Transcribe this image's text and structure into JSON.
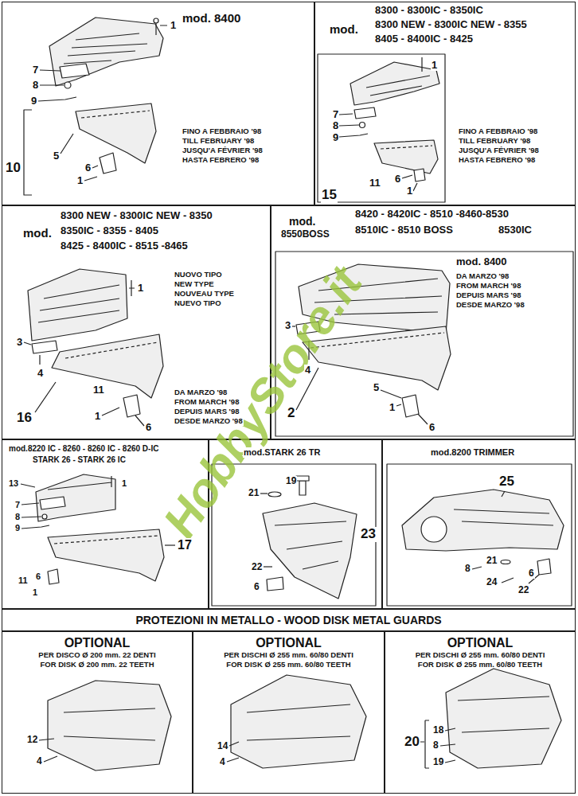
{
  "diagram": {
    "nodes": [
      {
        "text": [
          "mod. 8400",
          "FINO A FEBBRAIO '98",
          "TILL FEBRUARY '98",
          "JUSQU'A FÉVRIER '98",
          "HASTA FEBRERO '98"
        ]
      },
      {
        "text": [
          "mod.",
          "8300 - 8300IC - 8350IC",
          "8300 NEW - 8300IC NEW - 8355",
          "8405 - 8400IC - 8425",
          "FINO A FEBBRAIO '98",
          "TILL FEBRUARY '98",
          "JUSQU'A FÉVRIER '98",
          "HASTA FEBRERO '98"
        ]
      },
      {
        "text": [
          "mod.",
          "8300 NEW - 8300IC NEW - 8350",
          "8350IC - 8355 - 8405",
          "8425 - 8400IC - 8515 -8465",
          "NUOVO TIPO",
          "NEW TYPE",
          "NOUVEAU TYPE",
          "NUEVO TIPO",
          "DA MARZO '98",
          "FROM MARCH '98",
          "DEPUIS MARS '98",
          "DESDE MARZO '98"
        ]
      },
      {
        "text": [
          "mod.",
          "8420 - 8420IC - 8510 -8460-8530",
          "8550BOSS",
          "8510IC - 8510 BOSS",
          "8530IC",
          "mod. 8400",
          "DA MARZO '98",
          "FROM MARCH '98",
          "DEPUIS MARS '98",
          "DESDE MARZO '98"
        ]
      },
      {
        "text": [
          "mod.8220 IC - 8260 - 8260 IC - 8260 D-IC",
          "STARK 26 - STARK 26 IC"
        ]
      },
      {
        "text": [
          "mod.STARK 26 TR"
        ]
      },
      {
        "text": [
          "mod.8200 TRIMMER"
        ]
      },
      {
        "text": [
          "PROTEZIONI IN METALLO - WOOD DISK METAL GUARDS"
        ]
      },
      {
        "text": [
          "OPTIONAL",
          "PER DISCO Ø 200 mm. 22 DENTI",
          "FOR DISK Ø 200 mm. 22 TEETH"
        ]
      },
      {
        "text": [
          "OPTIONAL",
          "PER DISCHI Ø 255 mm. 60/80 DENTI",
          "FOR DISK Ø 255 mm. 60/80 TEETH"
        ]
      },
      {
        "text": [
          "OPTIONAL",
          "PER DISCHI Ø 255 mm. 60/80 DENTI",
          "FOR DISK Ø 255 mm. 60/80 TEETH"
        ]
      }
    ],
    "labels": [
      "1",
      "7",
      "8",
      "9",
      "10",
      "5",
      "6",
      "1",
      "1",
      "7",
      "8",
      "9",
      "11",
      "6",
      "1",
      "15",
      "1",
      "3",
      "4",
      "11",
      "16",
      "1",
      "6",
      "3",
      "4",
      "5",
      "2",
      "1",
      "6",
      "13",
      "1",
      "7",
      "8",
      "9",
      "17",
      "11",
      "6",
      "1",
      "19",
      "21",
      "23",
      "22",
      "6",
      "25",
      "21",
      "8",
      "6",
      "24",
      "22",
      "12",
      "4",
      "14",
      "4",
      "18",
      "20",
      "8",
      "19",
      "HobbyStore.it"
    ]
  }
}
